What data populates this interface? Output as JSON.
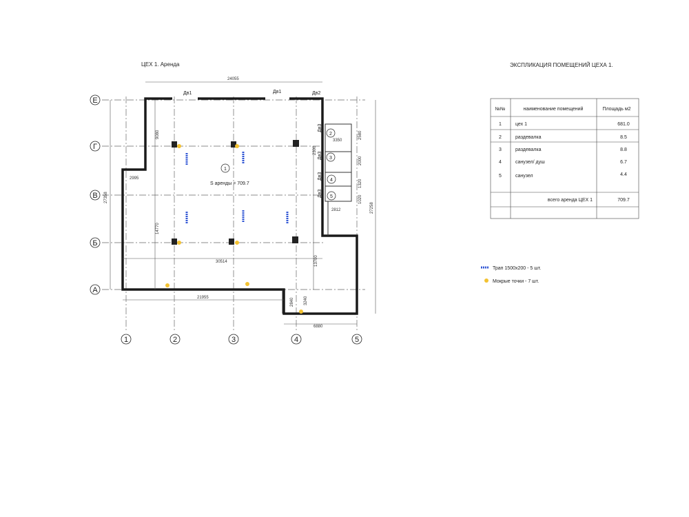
{
  "plan": {
    "title": "ЦЕХ 1. Аренда",
    "area_label": "S аренды = 709.7",
    "room_main": "1",
    "rooms": [
      "2",
      "3",
      "4",
      "5"
    ],
    "axes_horizontal": [
      "Е",
      "Г",
      "В",
      "Б",
      "А"
    ],
    "axes_vertical": [
      "1",
      "2",
      "3",
      "4",
      "5"
    ],
    "doors": [
      "Дв1",
      "Дв1",
      "Дв2",
      "Дв3",
      "Дв3",
      "Дв3",
      "Дв3"
    ],
    "dimensions": {
      "top": "24055",
      "left_overall": "27358",
      "right_overall": "27258",
      "left_upper": "9080",
      "left_lower": "14770",
      "notch": "2995",
      "bottom": "21955",
      "inner": "30514",
      "right_inner": "13700",
      "rooms_width": "3350",
      "rooms_width2": "2812",
      "rooms_v1": "2580",
      "rooms_v2": "2000",
      "rooms_v3": "1320",
      "rooms_v4": "1020",
      "rooms_v5": "2300",
      "annex_width": "6880",
      "annex_h1": "2840",
      "annex_h2": "3240"
    }
  },
  "explication": {
    "title": "ЭКСПЛИКАЦИЯ  ПОМЕЩЕНИЙ  ЦЕХА 1.",
    "headers": [
      "№№",
      "наименование  помещений",
      "Площадь м2"
    ],
    "rows": [
      {
        "num": "1",
        "name": "цех 1",
        "area": "681.0"
      },
      {
        "num": "2",
        "name": "раздевалка",
        "area": "8.5"
      },
      {
        "num": "3",
        "name": "раздевалка",
        "area": "8.8"
      },
      {
        "num": "4",
        "name": "санузел/ душ",
        "area": "6.7"
      },
      {
        "num": "5",
        "name": "санузел",
        "area": "4.4"
      }
    ],
    "total_label": "всего аренда  ЦЕХ 1",
    "total_value": "709.7"
  },
  "legend": {
    "items": [
      {
        "label": "Трап  1500х200 - 5 шт.",
        "color": "#2f55d4"
      },
      {
        "label": "Мокрые точки - 7 шт.",
        "color": "#f3c232"
      }
    ]
  }
}
